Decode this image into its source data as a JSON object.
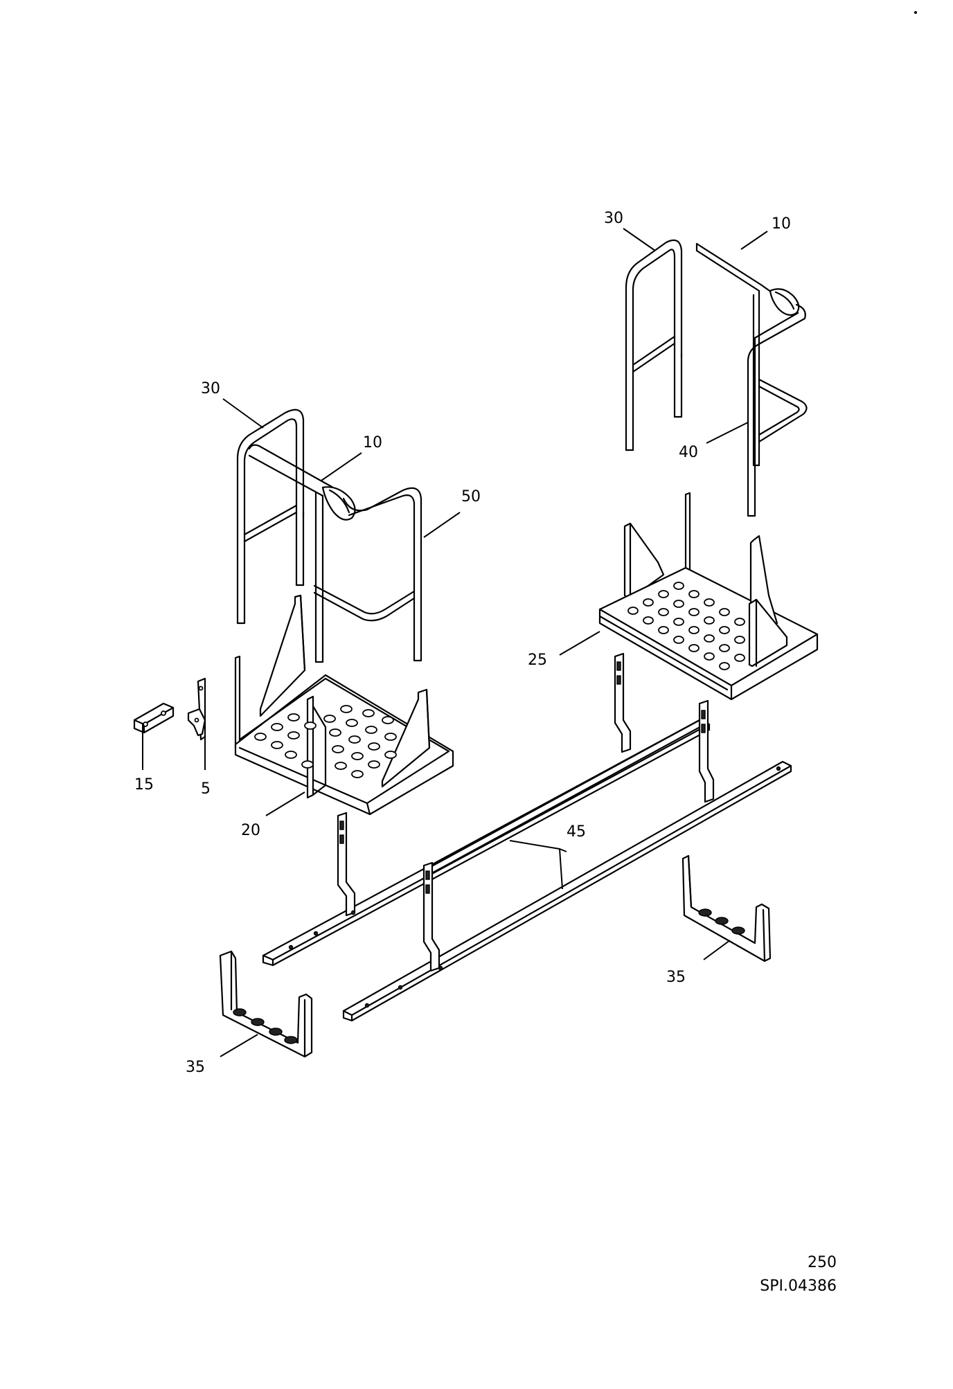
{
  "callouts": {
    "c30_right": "30",
    "c10_right": "10",
    "c40": "40",
    "c25": "25",
    "c30_left": "30",
    "c10_left": "10",
    "c50": "50",
    "c15": "15",
    "c5": "5",
    "c20": "20",
    "c45": "45",
    "c35_right": "35",
    "c35_left": "35"
  },
  "footer": {
    "page_number": "250",
    "drawing_code": "SPI.04386"
  }
}
